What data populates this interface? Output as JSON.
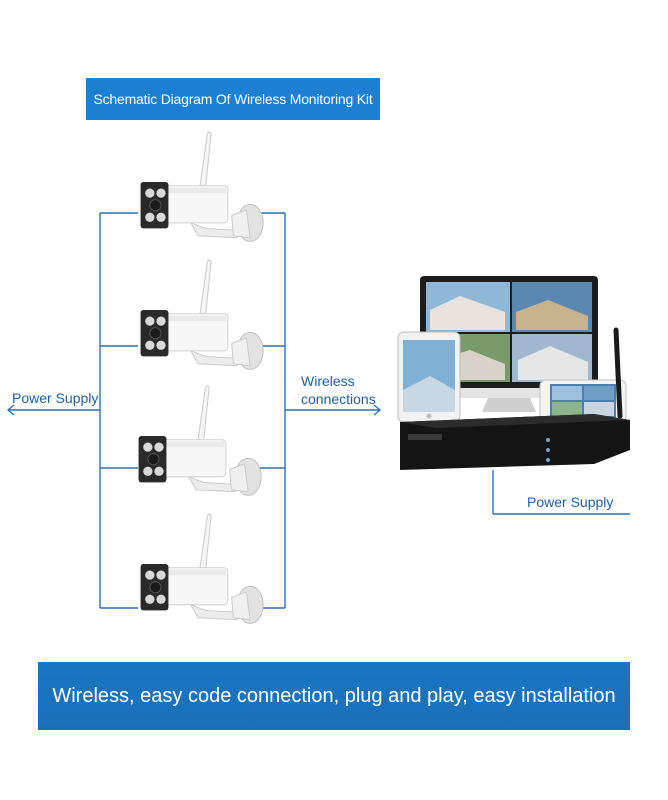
{
  "title": "Schematic Diagram Of Wireless Monitoring Kit",
  "labels": {
    "power_supply_left": "Power Supply",
    "wireless_line1": "Wireless",
    "wireless_line2": "connections",
    "power_supply_right": "Power Supply"
  },
  "banner": "Wireless, easy code connection, plug and play, easy installation",
  "colors": {
    "accent": "#1c7fd1",
    "line": "#2f6fb1",
    "label": "#1f5fa6"
  },
  "icons": [
    "bullet-camera-icon",
    "monitor-icon",
    "tablet-icon",
    "phone-icon",
    "nvr-recorder-icon"
  ]
}
